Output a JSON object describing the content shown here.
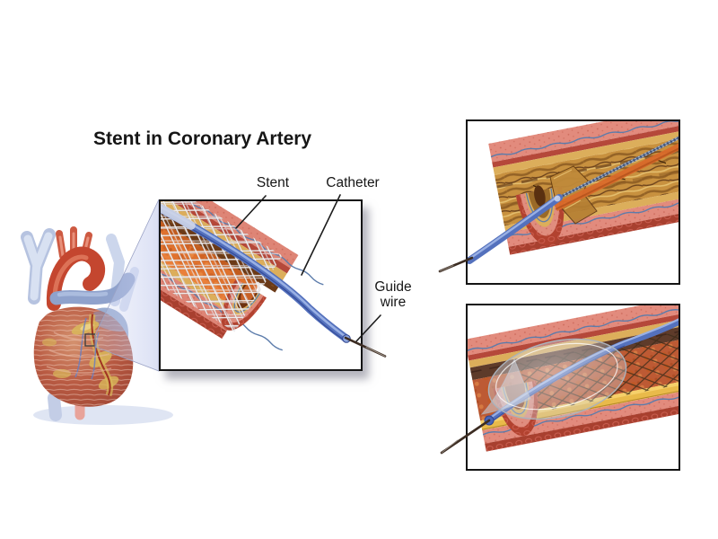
{
  "title": "Stent in Coronary Artery",
  "labels": {
    "stent": "Stent",
    "catheter": "Catheter",
    "guide_wire": "Guide wire"
  },
  "colors": {
    "artery_outer_red": "#a8402f",
    "artery_wall_red": "#b5483a",
    "artery_pink": "#e28b7d",
    "elastic_lamina_blue": "#5c7cab",
    "fatty_layer_tan": "#dcae5b",
    "plaque_tan": "#c8913f",
    "plaque_orange": "#e0722e",
    "plaque_dark_brown": "#6b3a17",
    "catheter_blue": "#5471bd",
    "stent_mesh_white": "#f1f2f6",
    "stent_mesh_dark": "#3c2b18",
    "balloon_gray": "#dce0e6",
    "guide_wire_dark": "#3c2c22",
    "heart_muscle": "#b95b43",
    "aorta_red": "#c4462f",
    "pulmonary_blue": "#8fa2cc",
    "zoom_beam_lavender": "#c6cdee",
    "label_black": "#1c1c1c"
  }
}
